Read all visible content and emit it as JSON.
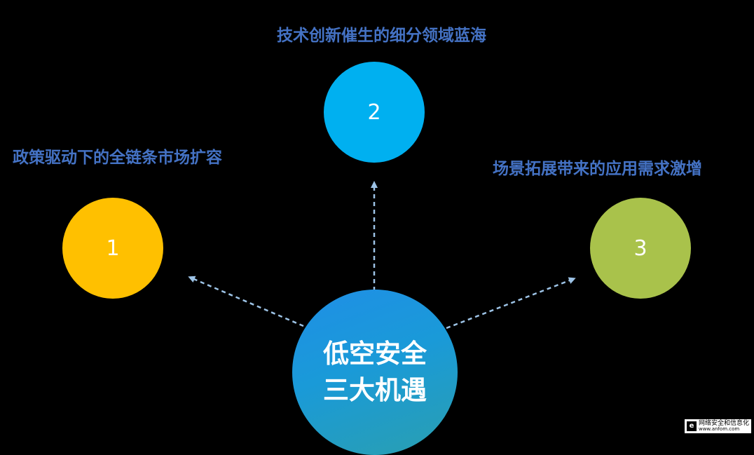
{
  "center": {
    "line1": "低空安全",
    "line2": "三大机遇"
  },
  "opportunities": [
    {
      "number": "1",
      "label": "政策驱动下的全链条市场扩容",
      "color": "#FFC000"
    },
    {
      "number": "2",
      "label": "技术创新催生的细分领域蓝海",
      "color": "#00B0F0"
    },
    {
      "number": "3",
      "label": "场景拓展带来的应用需求激增",
      "color": "#A9C24B"
    }
  ],
  "colors": {
    "label_text": "#4472C4",
    "arrow": "#9DC3E6",
    "background": "#000000"
  },
  "watermark": {
    "name": "网络安全和信息化",
    "url": "www.anfom.com"
  }
}
